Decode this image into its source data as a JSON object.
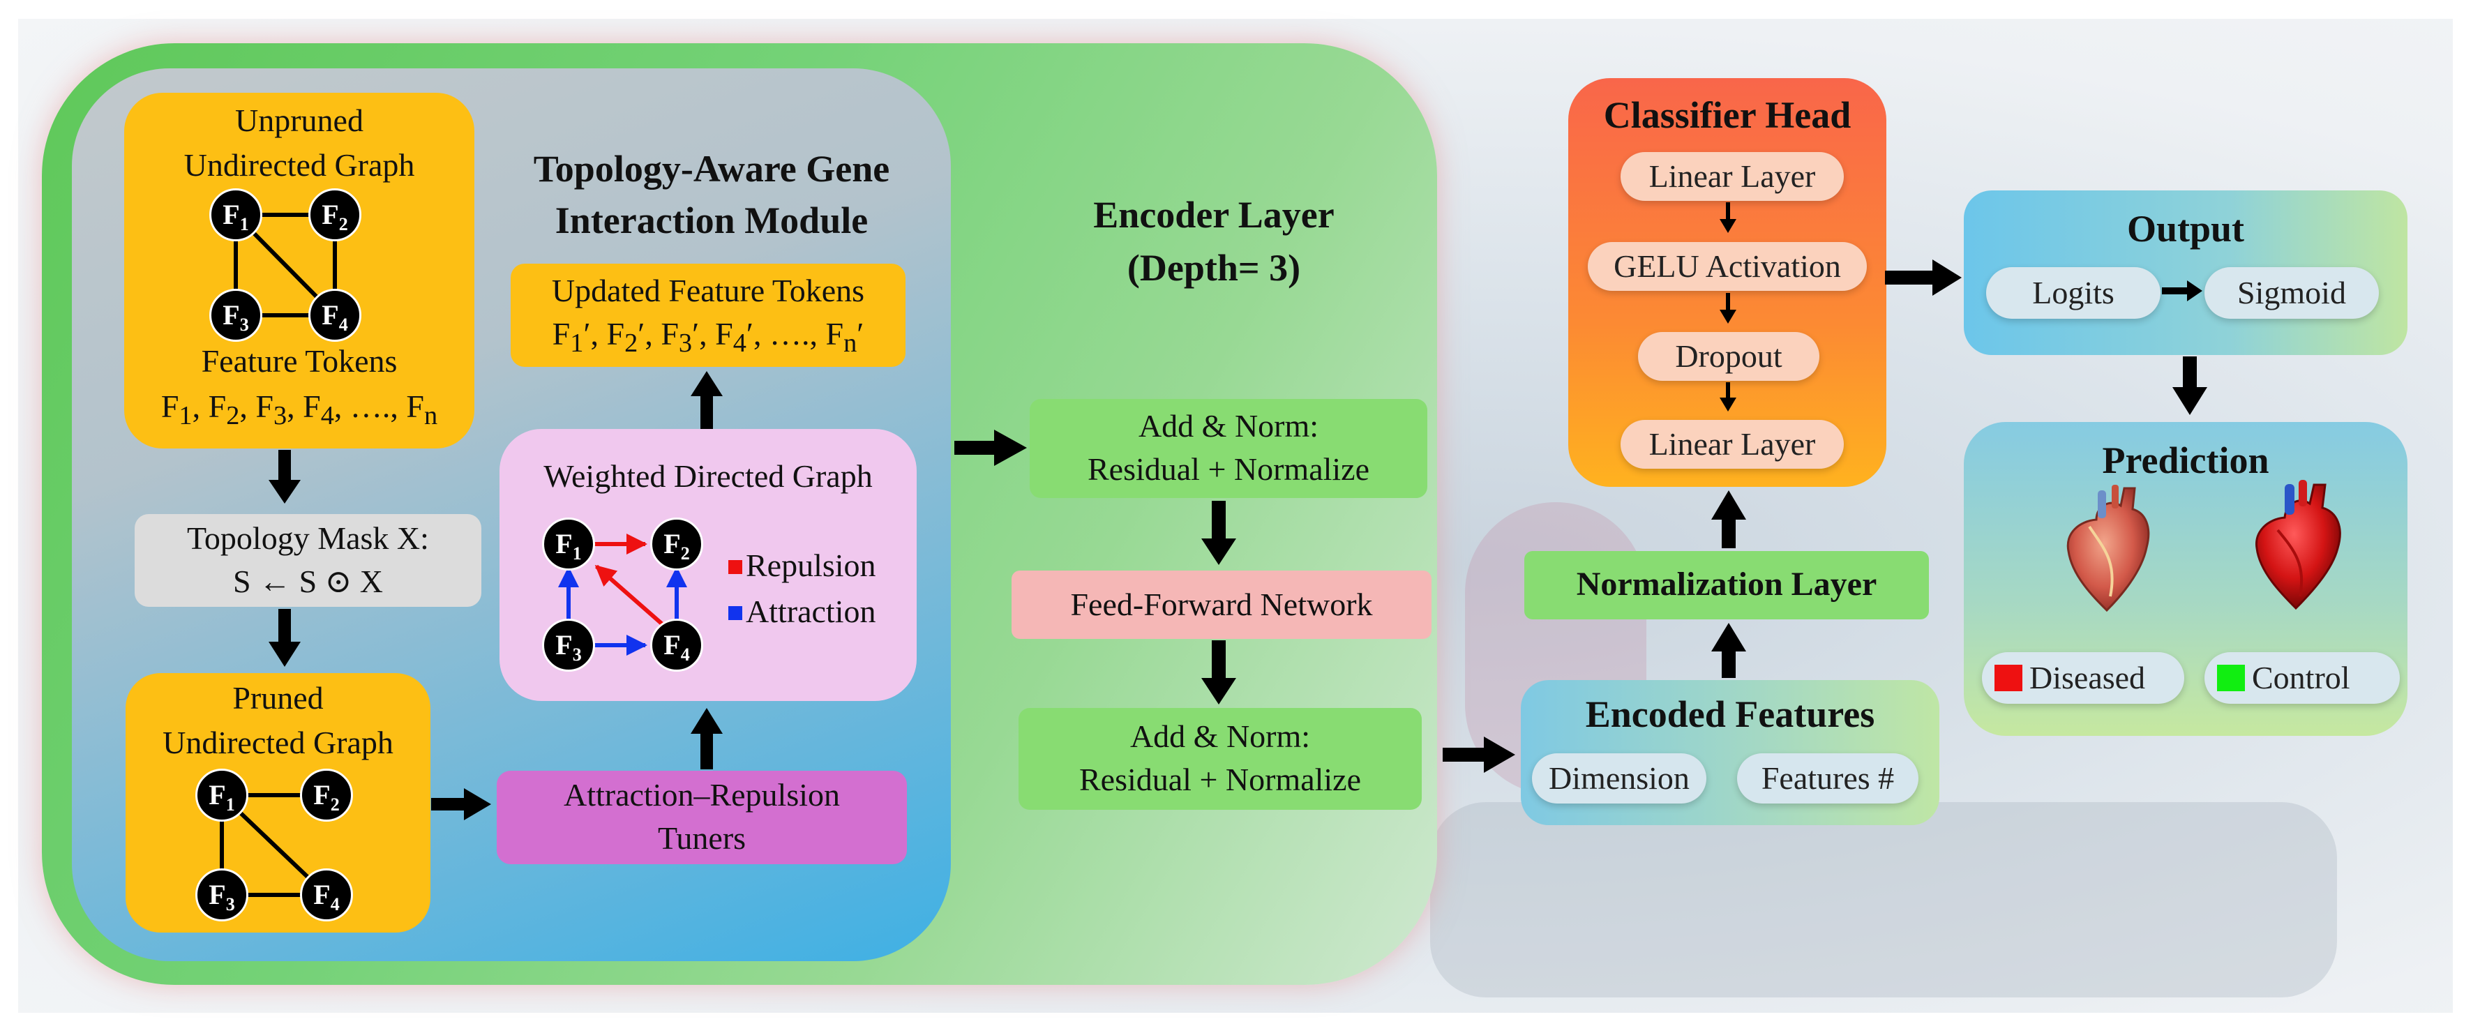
{
  "topology_module": {
    "title_line1": "Topology-Aware Gene",
    "title_line2": "Interaction Module"
  },
  "unpruned_graph": {
    "title_line1": "Unpruned",
    "title_line2": "Undirected Graph",
    "nodes": [
      "F1",
      "F2",
      "F3",
      "F4"
    ],
    "tokens_title": "Feature Tokens",
    "tokens_list": "F1, F2, F3, F4, …., Fn"
  },
  "topology_mask": {
    "line1": "Topology Mask X:",
    "line2": "S ← S ⊙ X"
  },
  "pruned_graph": {
    "title_line1": "Pruned",
    "title_line2": "Undirected Graph",
    "nodes": [
      "F1",
      "F2",
      "F3",
      "F4"
    ]
  },
  "tuners": {
    "line1": "Attraction–Repulsion",
    "line2": "Tuners"
  },
  "weighted_graph": {
    "title": "Weighted Directed Graph",
    "nodes": [
      "F1",
      "F2",
      "F3",
      "F4"
    ],
    "legend": [
      {
        "label": "Repulsion",
        "color": "#ee1111"
      },
      {
        "label": "Attraction",
        "color": "#1133ee"
      }
    ]
  },
  "updated_tokens": {
    "title": "Updated Feature Tokens",
    "list": "F1′, F2′, F3′, F4′, …., Fn′"
  },
  "encoder_layer": {
    "title_line1": "Encoder Layer",
    "title_line2": "(Depth= 3)",
    "add_norm_1": {
      "line1": "Add & Norm:",
      "line2": "Residual + Normalize"
    },
    "ffn": "Feed-Forward Network",
    "add_norm_2": {
      "line1": "Add & Norm:",
      "line2": "Residual + Normalize"
    }
  },
  "encoded_features": {
    "title": "Encoded Features",
    "items": [
      "Dimension",
      "Features #"
    ]
  },
  "normalization_layer": "Normalization Layer",
  "classifier_head": {
    "title": "Classifier Head",
    "items": [
      "Linear Layer",
      "GELU Activation",
      "Dropout",
      "Linear Layer"
    ]
  },
  "output": {
    "title": "Output",
    "items": [
      "Logits",
      "Sigmoid"
    ]
  },
  "prediction": {
    "title": "Prediction",
    "labels": [
      {
        "label": "Diseased",
        "color": "#ee1111"
      },
      {
        "label": "Control",
        "color": "#11ee11"
      }
    ]
  },
  "colors": {
    "outer_green": "#6fcf6a",
    "orange_block": "#fdbf14",
    "gray_block": "#dcdcdc",
    "magenta_block": "#d36fd0",
    "pink_block": "#f0c8ee",
    "encoder_green": "#88dc72",
    "ffn_pink": "#f5b7b6",
    "teal": "#88cfe6",
    "classifier_orange": "#fb7a39"
  }
}
